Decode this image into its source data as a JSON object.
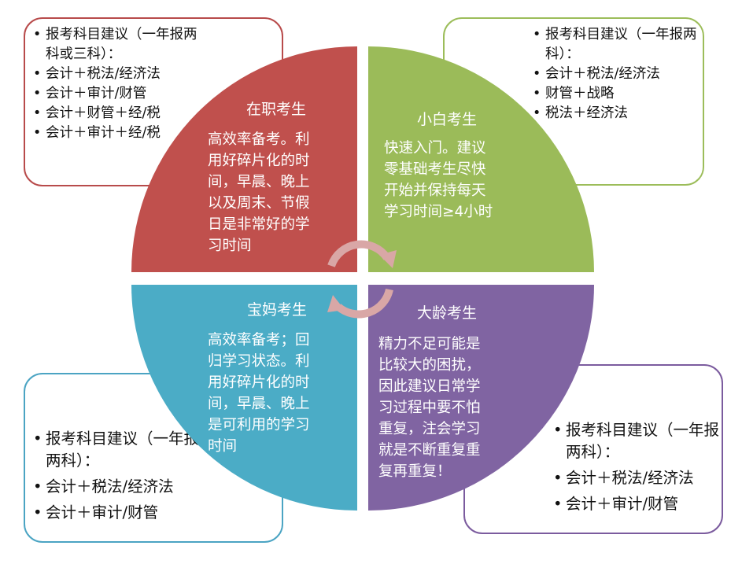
{
  "colors": {
    "red": "#c0504d",
    "green": "#9bbb59",
    "blue": "#4bacc6",
    "purple": "#8064a2",
    "arrow": "#d9a7a6"
  },
  "quadrants": {
    "top_left": {
      "title": "在职考生",
      "body": [
        "高效率备考。利",
        "用好碎片化的时",
        "间，早晨、晚上",
        "以及周末、节假",
        "日是非常好的学",
        "习时间"
      ]
    },
    "top_right": {
      "title": "小白考生",
      "body": [
        "快速入门。建议",
        "零基础考生尽快",
        "开始并保持每天",
        "学习时间≥4小时"
      ]
    },
    "bottom_left": {
      "title": "宝妈考生",
      "body": [
        "高效率备考；回",
        "归学习状态。利",
        "用好碎片化的时",
        "间，早晨、晚上",
        "是可利用的学习",
        "时间"
      ]
    },
    "bottom_right": {
      "title": "大龄考生",
      "body": [
        "精力不足可能是",
        "比较大的困扰，",
        "因此建议日常学",
        "习过程中要不怕",
        "重复，注会学习",
        "就是不断重复重",
        "复再重复！"
      ]
    }
  },
  "boxes": {
    "top_left": [
      "报考科目建议（一年报两科或三科）：",
      "会计＋税法/经济法",
      "会计＋审计/财管",
      "会计＋财管＋经/税",
      "会计＋审计＋经/税"
    ],
    "top_right": [
      "报考科目建议（一年报两科）：",
      "会计＋税法/经济法",
      "财管＋战略",
      "税法＋经济法"
    ],
    "bottom_left": [
      "报考科目建议（一年报两科）：",
      "会计＋税法/经济法",
      "会计＋审计/财管"
    ],
    "bottom_right": [
      "报考科目建议（一年报两科）：",
      "会计＋税法/经济法",
      "会计＋审计/财管"
    ]
  }
}
